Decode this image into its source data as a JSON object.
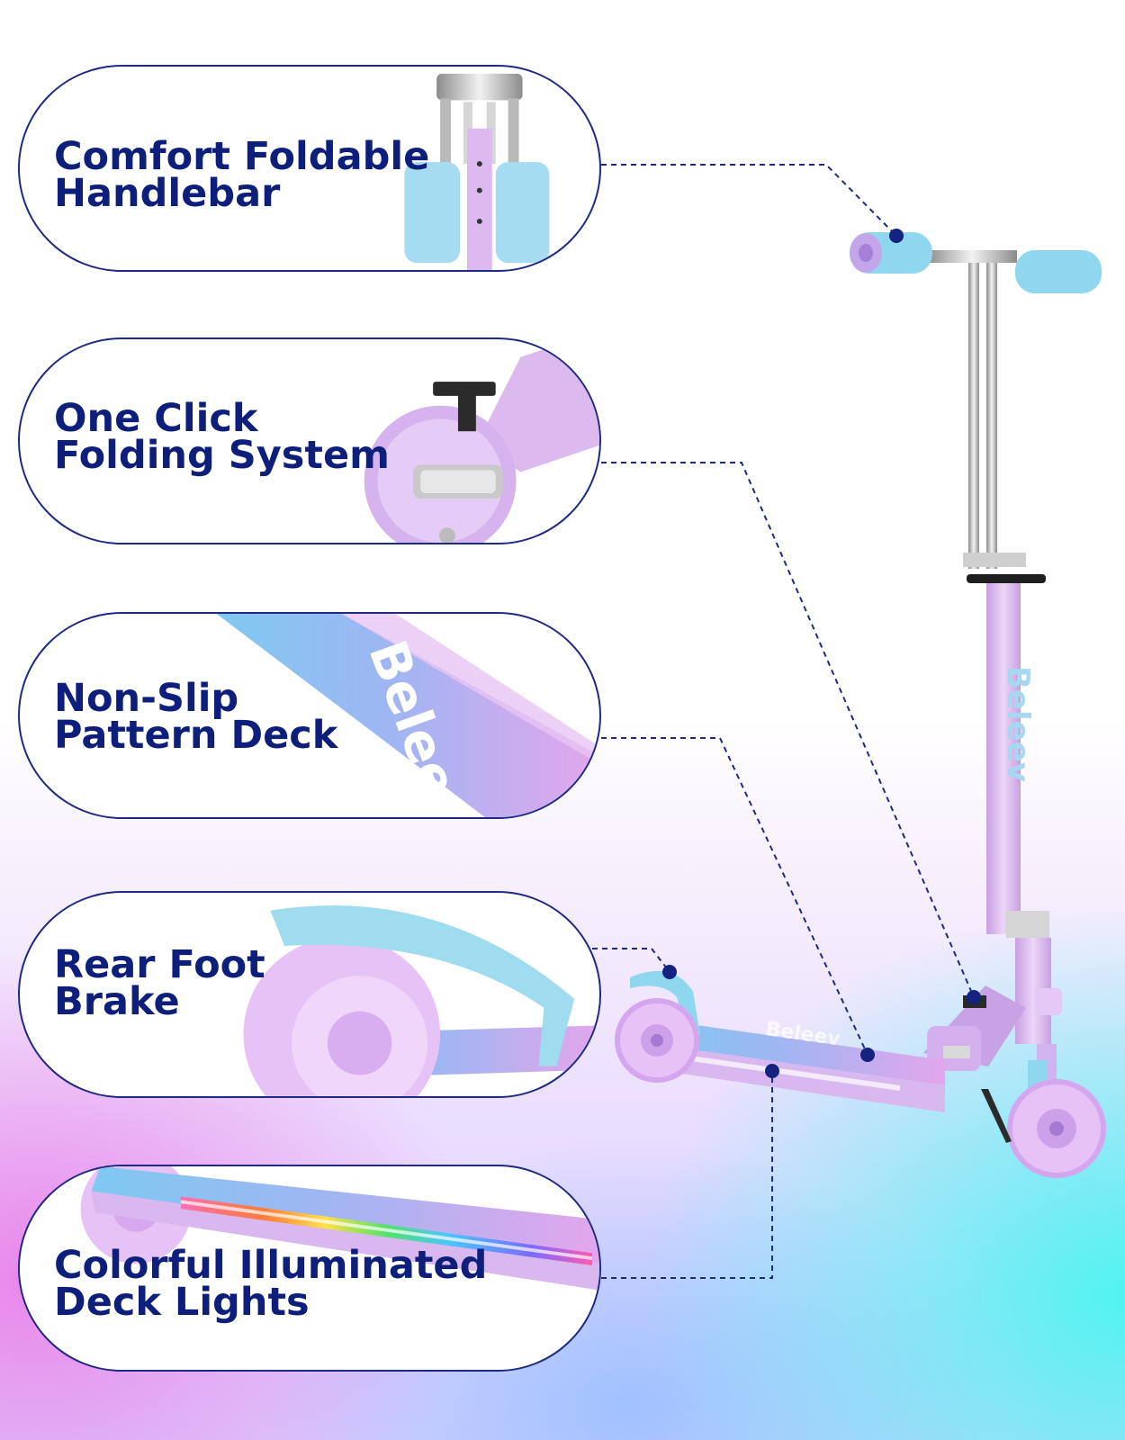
{
  "features": [
    {
      "line1": "Comfort Foldable",
      "line2": "Handlebar"
    },
    {
      "line1": "One Click",
      "line2": "Folding System"
    },
    {
      "line1": "Non-Slip",
      "line2": "Pattern Deck"
    },
    {
      "line1": "Rear Foot",
      "line2": "Brake"
    },
    {
      "line1": "Colorful Illuminated",
      "line2": "Deck Lights"
    }
  ],
  "brand": "Beleev",
  "colors": {
    "label": "#0d1f7a",
    "outline": "#1e2a84",
    "frame": "#d9b5ef",
    "grip": "#8fd6ef",
    "wheel": "#e7c2f7"
  }
}
